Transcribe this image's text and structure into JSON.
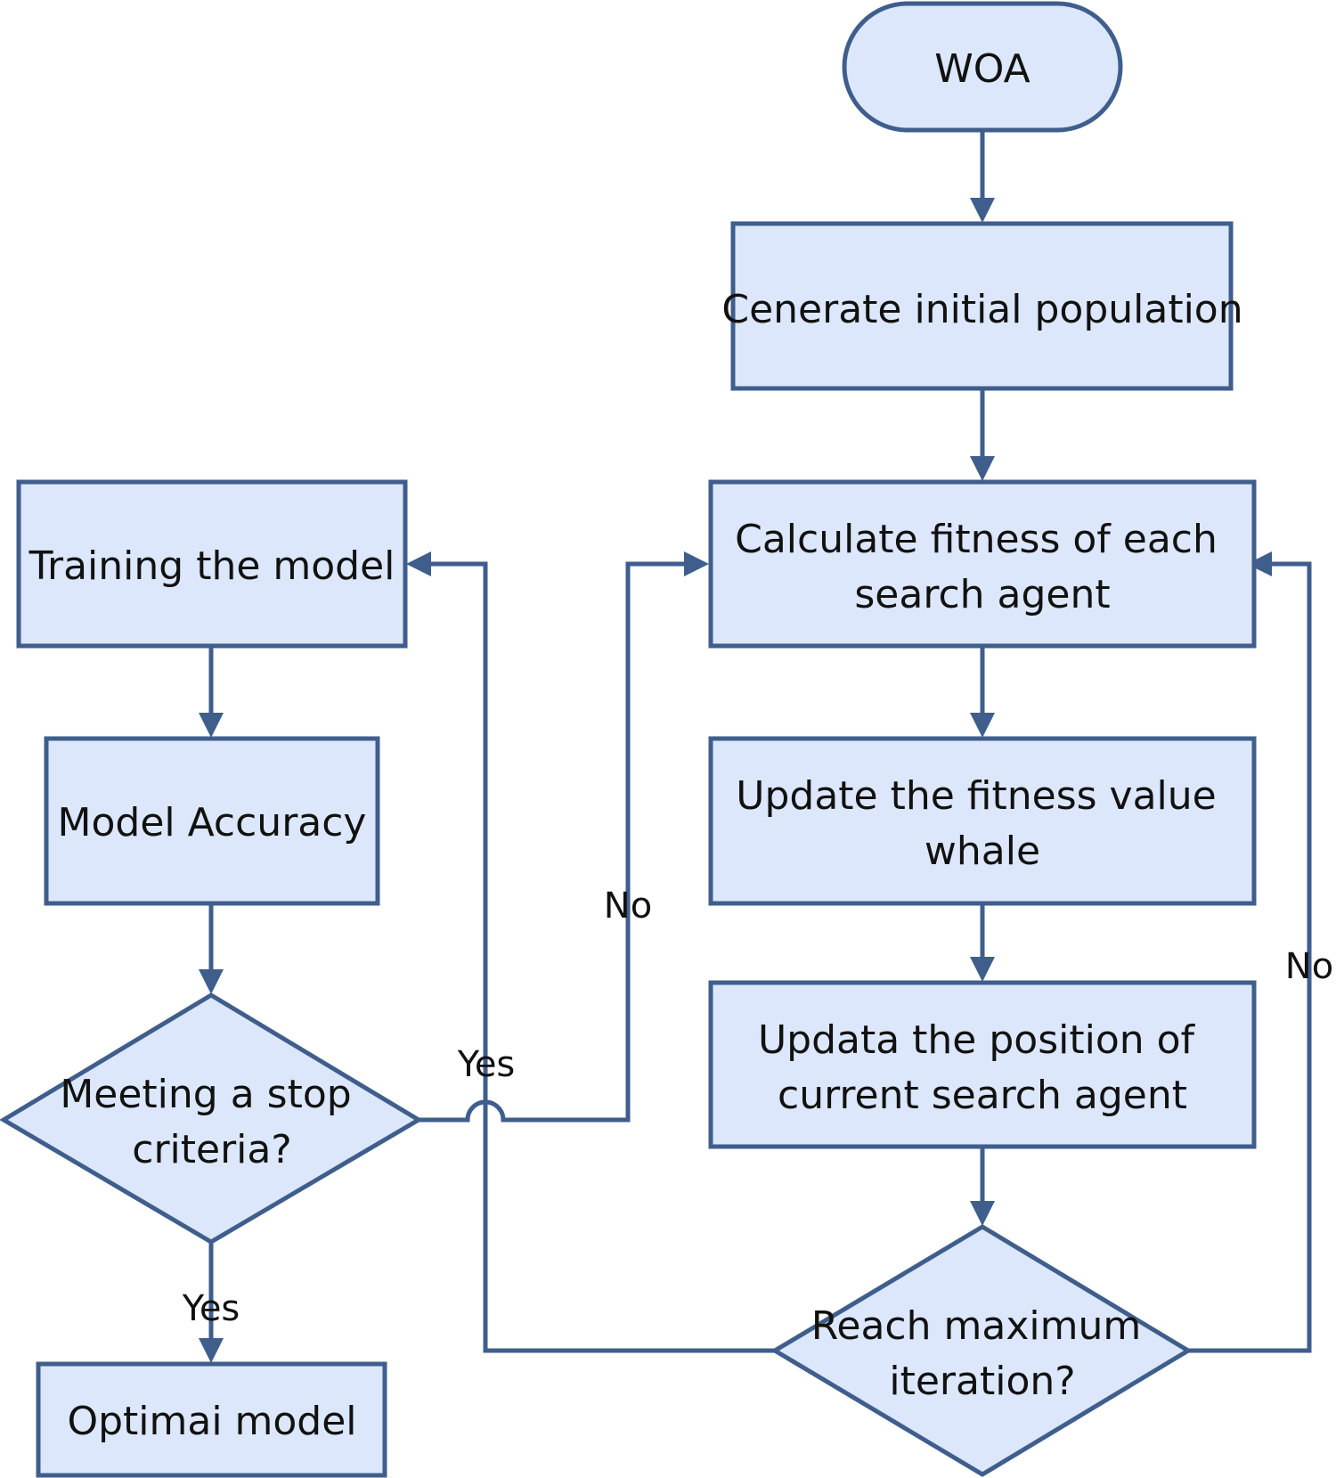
{
  "nodes": {
    "woa": {
      "lines": [
        "WOA"
      ]
    },
    "generate": {
      "lines": [
        "Cenerate initial population"
      ]
    },
    "fitness": {
      "lines": [
        "Calculate fitness of each",
        "search agent"
      ]
    },
    "update_fitness": {
      "lines": [
        "Update the fitness value",
        "whale"
      ]
    },
    "update_position": {
      "lines": [
        "Updata the position of",
        "current search agent"
      ]
    },
    "reach_max": {
      "lines": [
        "Reach maximum",
        "iteration?"
      ]
    },
    "training": {
      "lines": [
        "Training the model"
      ]
    },
    "accuracy": {
      "lines": [
        "Model Accuracy"
      ]
    },
    "stop_criteria": {
      "lines": [
        "Meeting a stop",
        "criteria?"
      ]
    },
    "optimal": {
      "lines": [
        "Optimai model"
      ]
    }
  },
  "edge_labels": {
    "stop_no": "No",
    "stop_yes_top": "Yes",
    "reach_no": "No",
    "stop_yes_bottom": "Yes"
  },
  "colors": {
    "fill": "#dce7fb",
    "stroke": "#3f5e8c",
    "text": "#111111"
  }
}
